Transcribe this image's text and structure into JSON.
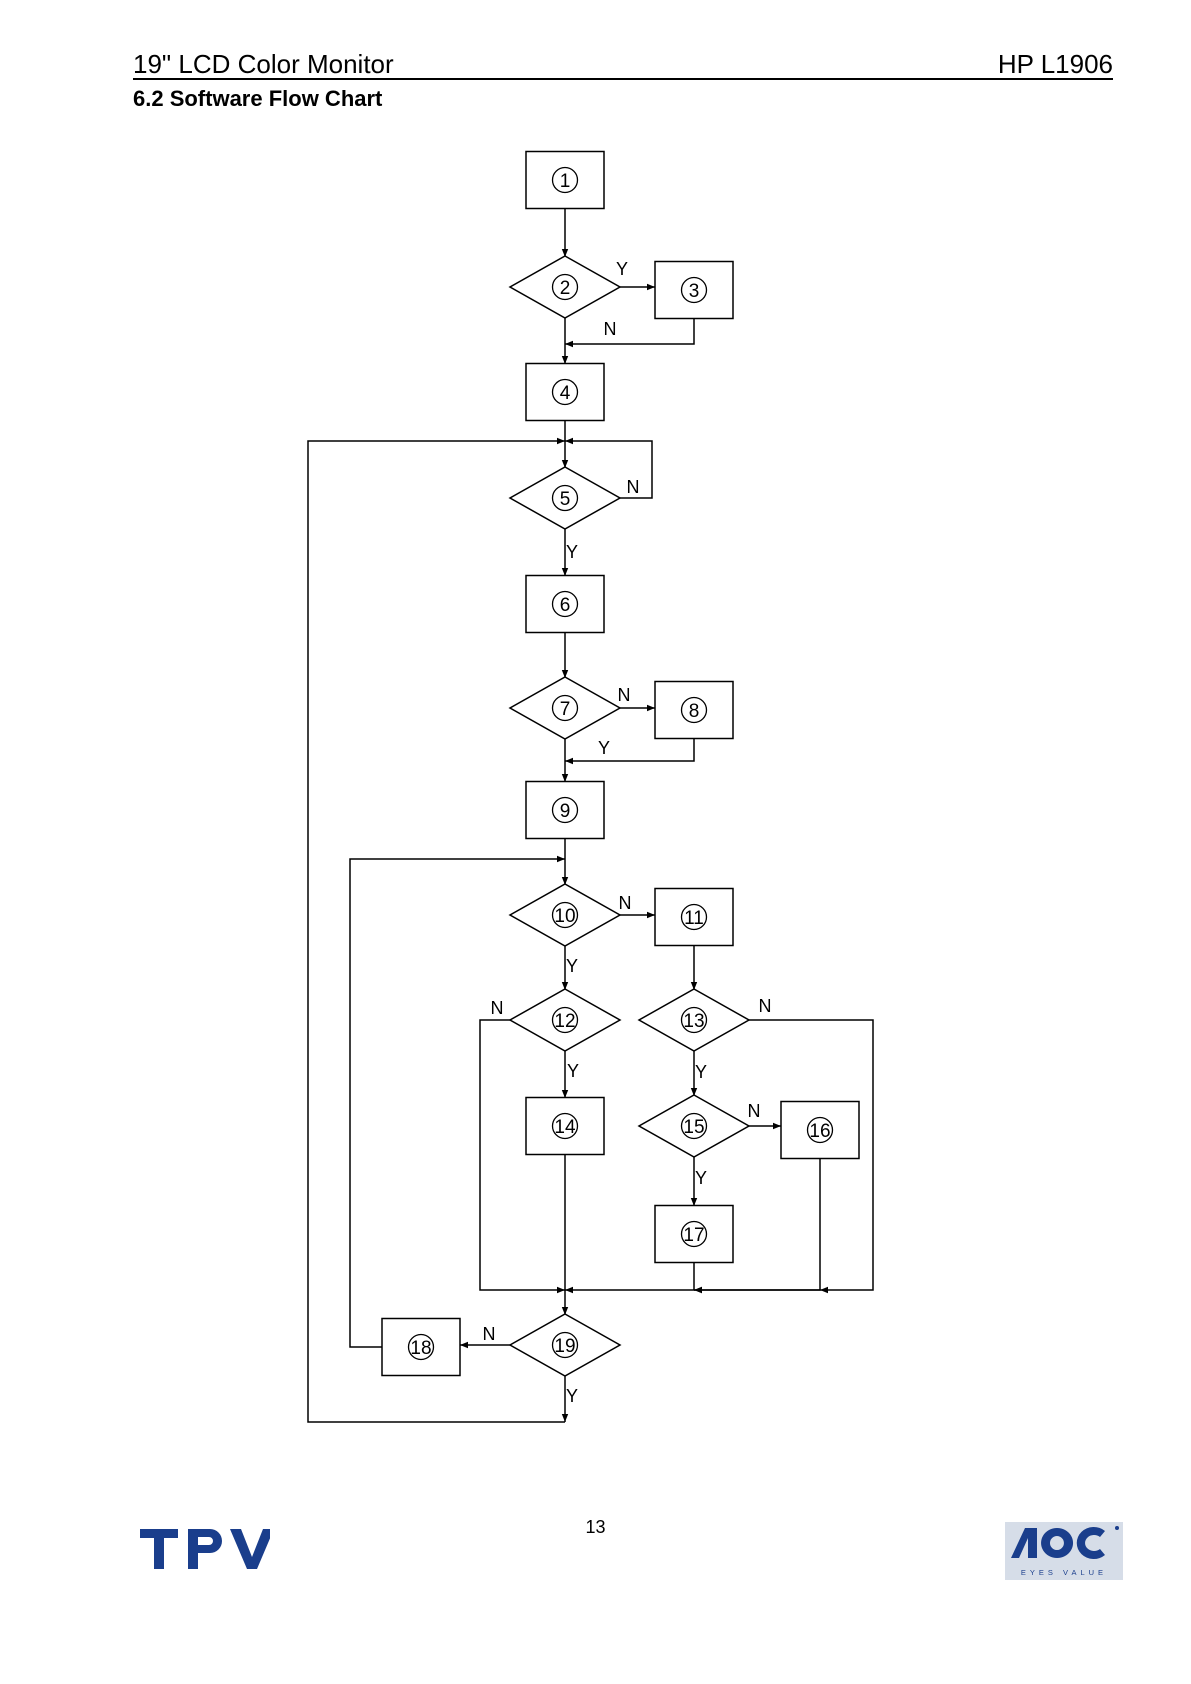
{
  "header": {
    "left": "19\" LCD Color Monitor",
    "right": "HP L1906"
  },
  "section_title": "6.2 Software Flow Chart",
  "flowchart": {
    "nodes": [
      {
        "id": "1",
        "label": "1",
        "shape": "process"
      },
      {
        "id": "2",
        "label": "2",
        "shape": "decision"
      },
      {
        "id": "3",
        "label": "3",
        "shape": "process"
      },
      {
        "id": "4",
        "label": "4",
        "shape": "process"
      },
      {
        "id": "5",
        "label": "5",
        "shape": "decision"
      },
      {
        "id": "6",
        "label": "6",
        "shape": "process"
      },
      {
        "id": "7",
        "label": "7",
        "shape": "decision"
      },
      {
        "id": "8",
        "label": "8",
        "shape": "process"
      },
      {
        "id": "9",
        "label": "9",
        "shape": "process"
      },
      {
        "id": "10",
        "label": "10",
        "shape": "decision"
      },
      {
        "id": "11",
        "label": "11",
        "shape": "process"
      },
      {
        "id": "12",
        "label": "12",
        "shape": "decision"
      },
      {
        "id": "13",
        "label": "13",
        "shape": "decision"
      },
      {
        "id": "14",
        "label": "14",
        "shape": "process"
      },
      {
        "id": "15",
        "label": "15",
        "shape": "decision"
      },
      {
        "id": "16",
        "label": "16",
        "shape": "process"
      },
      {
        "id": "17",
        "label": "17",
        "shape": "process"
      },
      {
        "id": "18",
        "label": "18",
        "shape": "process"
      },
      {
        "id": "19",
        "label": "19",
        "shape": "decision"
      }
    ],
    "edge_labels": {
      "d2_yes": "Y",
      "d2_no": "N",
      "d5_no": "N",
      "d5_yes": "Y",
      "d7_no": "N",
      "d7_yes": "Y",
      "d10_no": "N",
      "d10_yes": "Y",
      "d12_no": "N",
      "d12_yes": "Y",
      "d13_no": "N",
      "d13_yes": "Y",
      "d15_no": "N",
      "d15_yes": "Y",
      "d19_no": "N",
      "d19_yes": "Y"
    }
  },
  "page_number": "13",
  "logos": {
    "left": {
      "name": "tpv-logo",
      "text": "TPV",
      "color": "#1a3e8c"
    },
    "right": {
      "name": "aoc-logo",
      "text": "AOC",
      "tagline": "EYES VALUE",
      "color": "#1a3e8c",
      "background": "#d6dde8"
    }
  }
}
